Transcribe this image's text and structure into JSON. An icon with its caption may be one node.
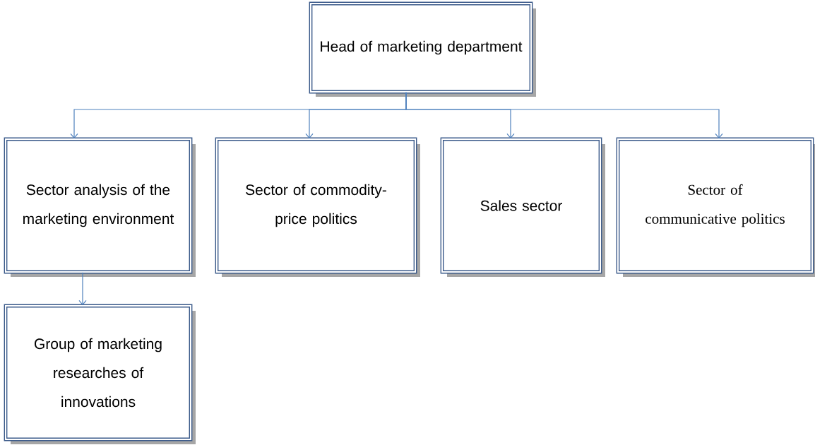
{
  "diagram": {
    "nodes": [
      {
        "text": [
          "Head of marketing department"
        ]
      },
      {
        "text": [
          "Sector analysis of the marketing environment"
        ]
      },
      {
        "text": [
          "Sector of commodity-price politics"
        ]
      },
      {
        "text": [
          "Sales sector"
        ]
      },
      {
        "text": [
          "Sector of communicative politics"
        ]
      },
      {
        "text": [
          "Group of marketing researches of innovations"
        ]
      }
    ],
    "edges": [
      {
        "from": 0,
        "to": 1,
        "arrow": "to"
      },
      {
        "from": 0,
        "to": 2,
        "arrow": "to"
      },
      {
        "from": 0,
        "to": 3,
        "arrow": "to"
      },
      {
        "from": 0,
        "to": 4,
        "arrow": "to"
      },
      {
        "from": 1,
        "to": 5,
        "arrow": "to"
      }
    ]
  }
}
